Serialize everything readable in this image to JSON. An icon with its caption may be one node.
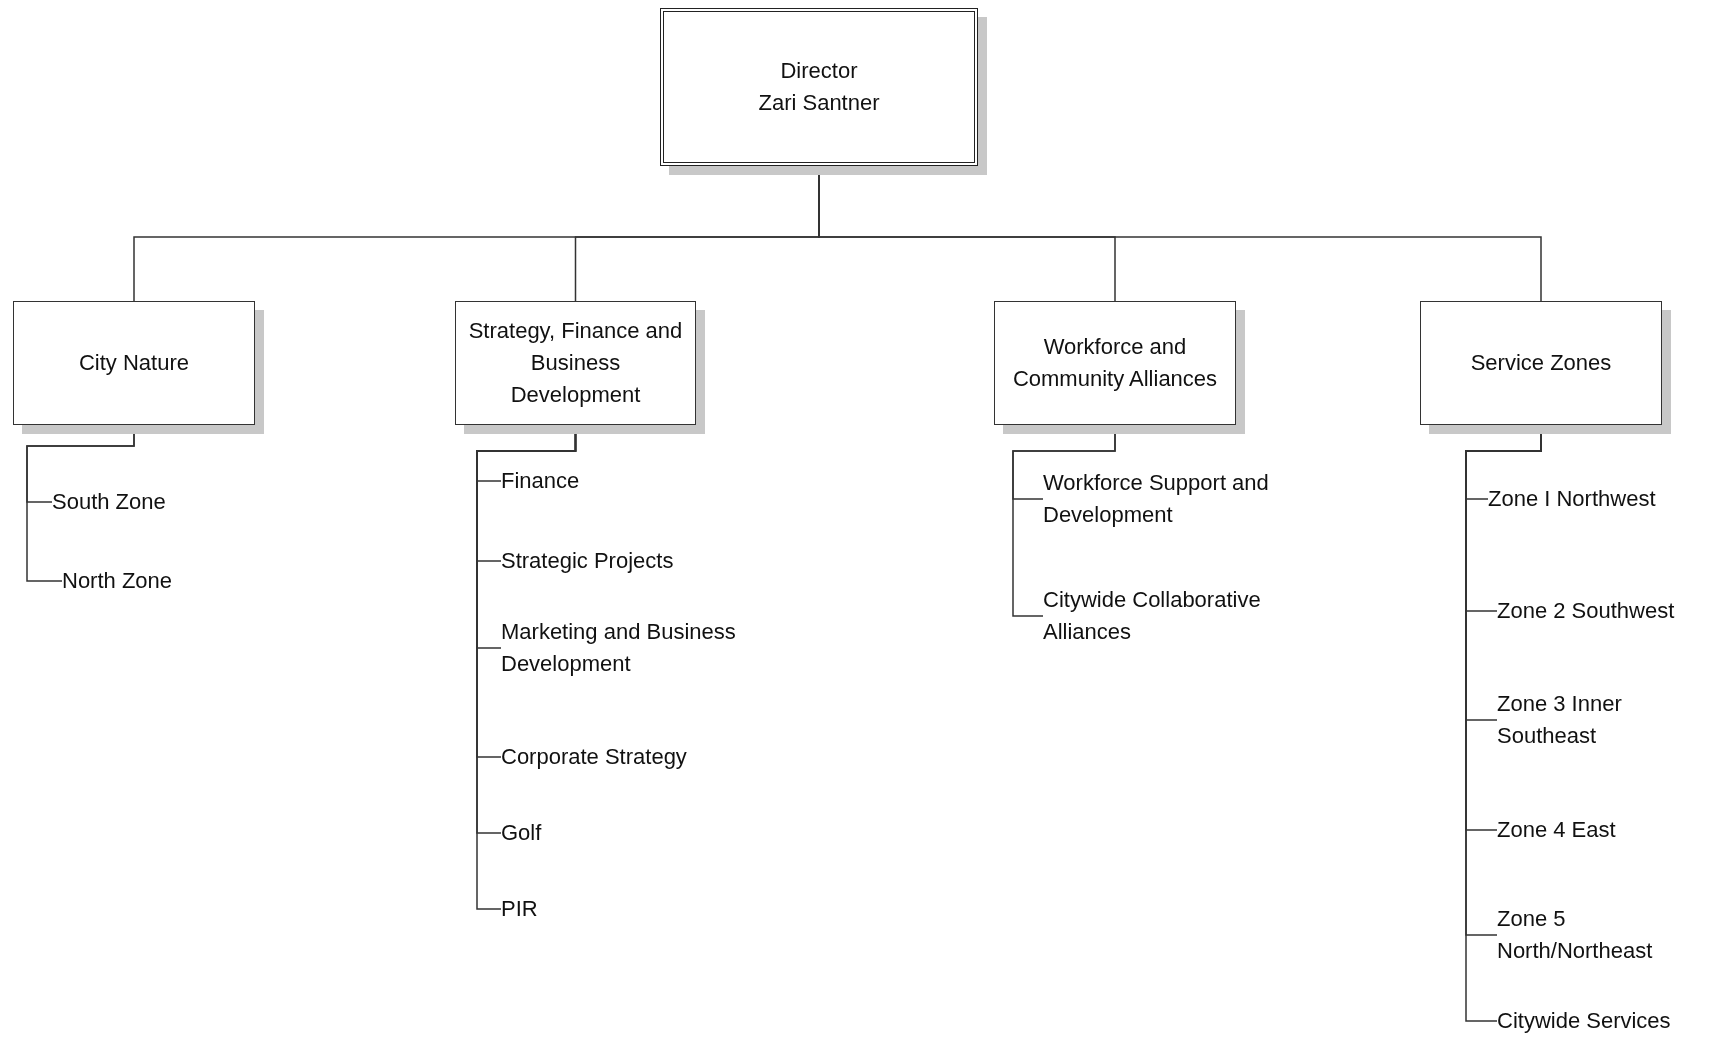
{
  "diagram": {
    "nodes": [
      {
        "text": [
          "Director",
          "Zari Santner"
        ]
      },
      {
        "text": [
          "City Nature"
        ]
      },
      {
        "text": [
          "Strategy, Finance and Business Development"
        ]
      },
      {
        "text": [
          "Workforce and Community Alliances"
        ]
      },
      {
        "text": [
          "Service Zones"
        ]
      },
      {
        "text": [
          "South Zone"
        ]
      },
      {
        "text": [
          "North Zone"
        ]
      },
      {
        "text": [
          "Finance"
        ]
      },
      {
        "text": [
          "Strategic Projects"
        ]
      },
      {
        "text": [
          "Marketing and Business Development"
        ]
      },
      {
        "text": [
          "Corporate Strategy"
        ]
      },
      {
        "text": [
          "Golf"
        ]
      },
      {
        "text": [
          "PIR"
        ]
      },
      {
        "text": [
          "Workforce Support and Development"
        ]
      },
      {
        "text": [
          "Citywide Collaborative Alliances"
        ]
      },
      {
        "text": [
          "Zone I Northwest"
        ]
      },
      {
        "text": [
          "Zone 2 Southwest"
        ]
      },
      {
        "text": [
          "Zone 3 Inner Southeast"
        ]
      },
      {
        "text": [
          "Zone 4 East"
        ]
      },
      {
        "text": [
          "Zone 5 North/Northeast"
        ]
      },
      {
        "text": [
          "Citywide Services"
        ]
      }
    ],
    "edges": [
      {
        "from": 0,
        "to": 1,
        "arrow": "none"
      },
      {
        "from": 0,
        "to": 2,
        "arrow": "none"
      },
      {
        "from": 0,
        "to": 3,
        "arrow": "none"
      },
      {
        "from": 0,
        "to": 4,
        "arrow": "none"
      },
      {
        "from": 1,
        "to": 5,
        "arrow": "none"
      },
      {
        "from": 1,
        "to": 6,
        "arrow": "none"
      },
      {
        "from": 2,
        "to": 7,
        "arrow": "none"
      },
      {
        "from": 2,
        "to": 8,
        "arrow": "none"
      },
      {
        "from": 2,
        "to": 9,
        "arrow": "none"
      },
      {
        "from": 2,
        "to": 10,
        "arrow": "none"
      },
      {
        "from": 2,
        "to": 11,
        "arrow": "none"
      },
      {
        "from": 2,
        "to": 12,
        "arrow": "none"
      },
      {
        "from": 3,
        "to": 13,
        "arrow": "none"
      },
      {
        "from": 3,
        "to": 14,
        "arrow": "none"
      },
      {
        "from": 4,
        "to": 15,
        "arrow": "none"
      },
      {
        "from": 4,
        "to": 16,
        "arrow": "none"
      },
      {
        "from": 4,
        "to": 17,
        "arrow": "none"
      },
      {
        "from": 4,
        "to": 18,
        "arrow": "none"
      },
      {
        "from": 4,
        "to": 19,
        "arrow": "none"
      },
      {
        "from": 4,
        "to": 20,
        "arrow": "none"
      }
    ]
  }
}
